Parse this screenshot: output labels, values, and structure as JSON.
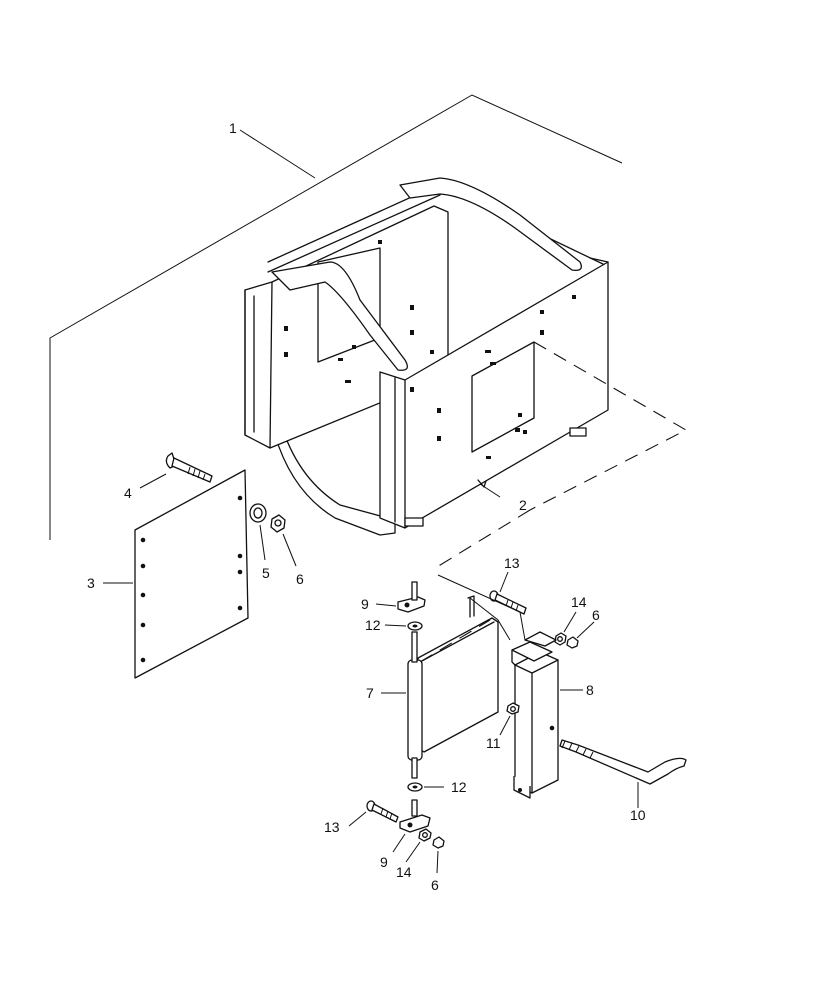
{
  "callouts": [
    {
      "id": "1",
      "label": "1"
    },
    {
      "id": "2",
      "label": "2"
    },
    {
      "id": "3",
      "label": "3"
    },
    {
      "id": "4",
      "label": "4"
    },
    {
      "id": "5",
      "label": "5"
    },
    {
      "id": "6a",
      "label": "6"
    },
    {
      "id": "6b",
      "label": "6"
    },
    {
      "id": "6c",
      "label": "6"
    },
    {
      "id": "7",
      "label": "7"
    },
    {
      "id": "8",
      "label": "8"
    },
    {
      "id": "9a",
      "label": "9"
    },
    {
      "id": "9b",
      "label": "9"
    },
    {
      "id": "10",
      "label": "10"
    },
    {
      "id": "11",
      "label": "11"
    },
    {
      "id": "12a",
      "label": "12"
    },
    {
      "id": "12b",
      "label": "12"
    },
    {
      "id": "13a",
      "label": "13"
    },
    {
      "id": "13b",
      "label": "13"
    },
    {
      "id": "14a",
      "label": "14"
    },
    {
      "id": "14b",
      "label": "14"
    }
  ]
}
